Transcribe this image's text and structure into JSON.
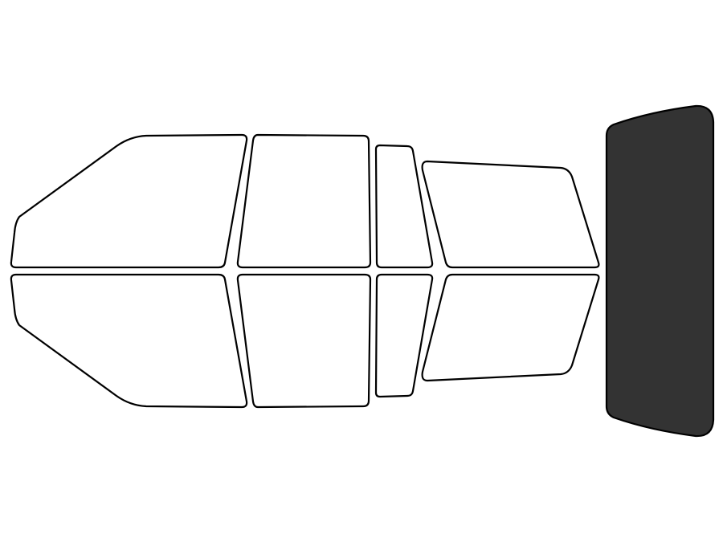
{
  "colors": {
    "background": "#ffffff",
    "outline": "#000000",
    "clear_window": "#ffffff",
    "tinted_window": "#333333"
  },
  "windows": [
    {
      "id": "front-door-upper",
      "tinted": false
    },
    {
      "id": "front-door-lower",
      "tinted": false
    },
    {
      "id": "rear-door-upper",
      "tinted": false
    },
    {
      "id": "rear-door-lower",
      "tinted": false
    },
    {
      "id": "rear-quarter-upper",
      "tinted": false
    },
    {
      "id": "rear-quarter-lower",
      "tinted": false
    },
    {
      "id": "cargo-upper",
      "tinted": false
    },
    {
      "id": "cargo-lower",
      "tinted": false
    },
    {
      "id": "back-window",
      "tinted": true
    }
  ]
}
